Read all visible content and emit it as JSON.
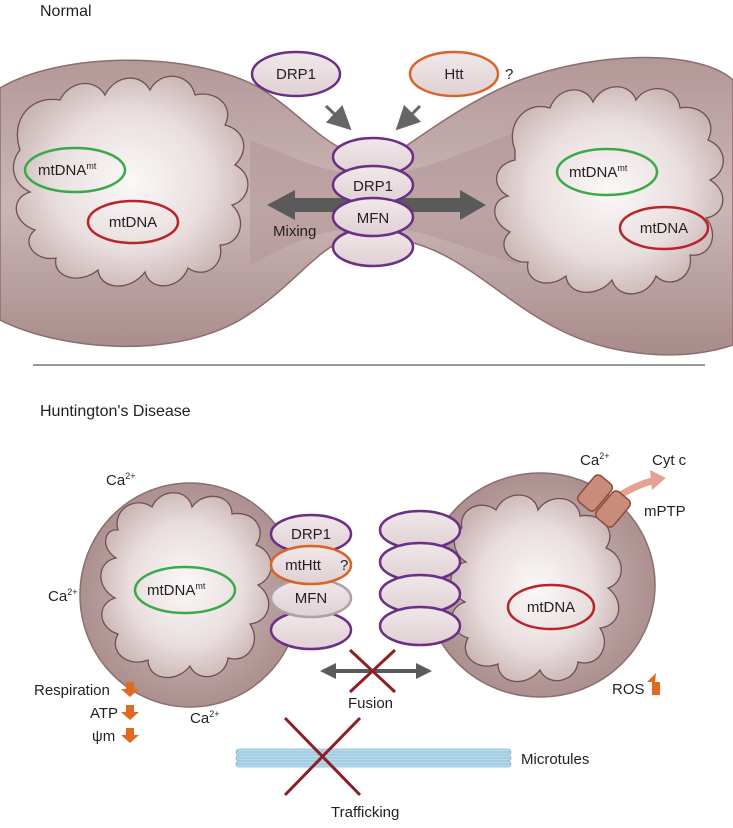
{
  "normal": {
    "heading": "Normal",
    "top_left_oval": "DRP1",
    "top_right_oval": "Htt",
    "top_right_question": "?",
    "stack_upper": "DRP1",
    "stack_lower": "MFN",
    "mixing_label": "Mixing",
    "left_mito": {
      "mtdna_mut_base": "mtDNA",
      "mtdna_mut_sup": "mt",
      "mtdna": "mtDNA"
    },
    "right_mito": {
      "mtdna_mut_base": "mtDNA",
      "mtdna_mut_sup": "mt",
      "mtdna": "mtDNA"
    }
  },
  "hd": {
    "heading": "Huntington's Disease",
    "calcium_base": "Ca",
    "calcium_sup": "2+",
    "stack_drp1": "DRP1",
    "stack_mthtt": "mtHtt",
    "stack_question": "?",
    "stack_mfn": "MFN",
    "fusion_label": "Fusion",
    "trafficking_label": "Trafficking",
    "microtubules_label": "Microtules",
    "cyt_c_label": "Cyt c",
    "mptp_label": "mPTP",
    "ros_label": "ROS",
    "respiration_label": "Respiration",
    "atp_label": "ATP",
    "psi_label": "ψm",
    "left_mito": {
      "mtdna_mut_base": "mtDNA",
      "mtdna_mut_sup": "mt"
    },
    "right_mito": {
      "mtdna": "mtDNA"
    }
  },
  "colors": {
    "membrane": "#b39595",
    "membrane_dark": "#8e6d6d",
    "inner_light": "#f5eeee",
    "outline": "#6f5050",
    "purple": "#6b2f86",
    "green": "#3aaa49",
    "red": "#b8242a",
    "orange": "#d9642a",
    "arrow_gray": "#5a5a5a",
    "cross_red": "#8e1d24",
    "microtubule": "#9cc9e2"
  }
}
